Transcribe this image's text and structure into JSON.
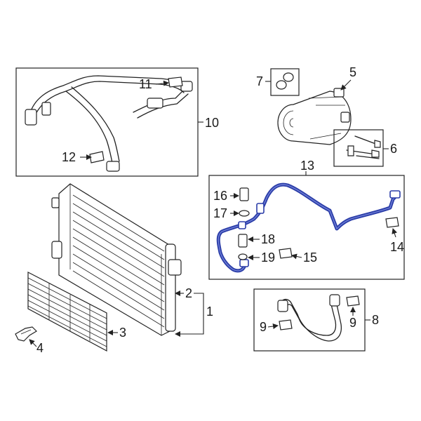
{
  "callouts": {
    "c1": "1",
    "c2": "2",
    "c3": "3",
    "c4": "4",
    "c5": "5",
    "c6": "6",
    "c7": "7",
    "c8": "8",
    "c9a": "9",
    "c9b": "9",
    "c10": "10",
    "c11": "11",
    "c12": "12",
    "c13": "13",
    "c14": "14",
    "c15": "15",
    "c16": "16",
    "c17": "17",
    "c18": "18",
    "c19": "19"
  },
  "colors": {
    "line": "#222222",
    "highlight": "#2b3da8",
    "background": "#ffffff"
  }
}
